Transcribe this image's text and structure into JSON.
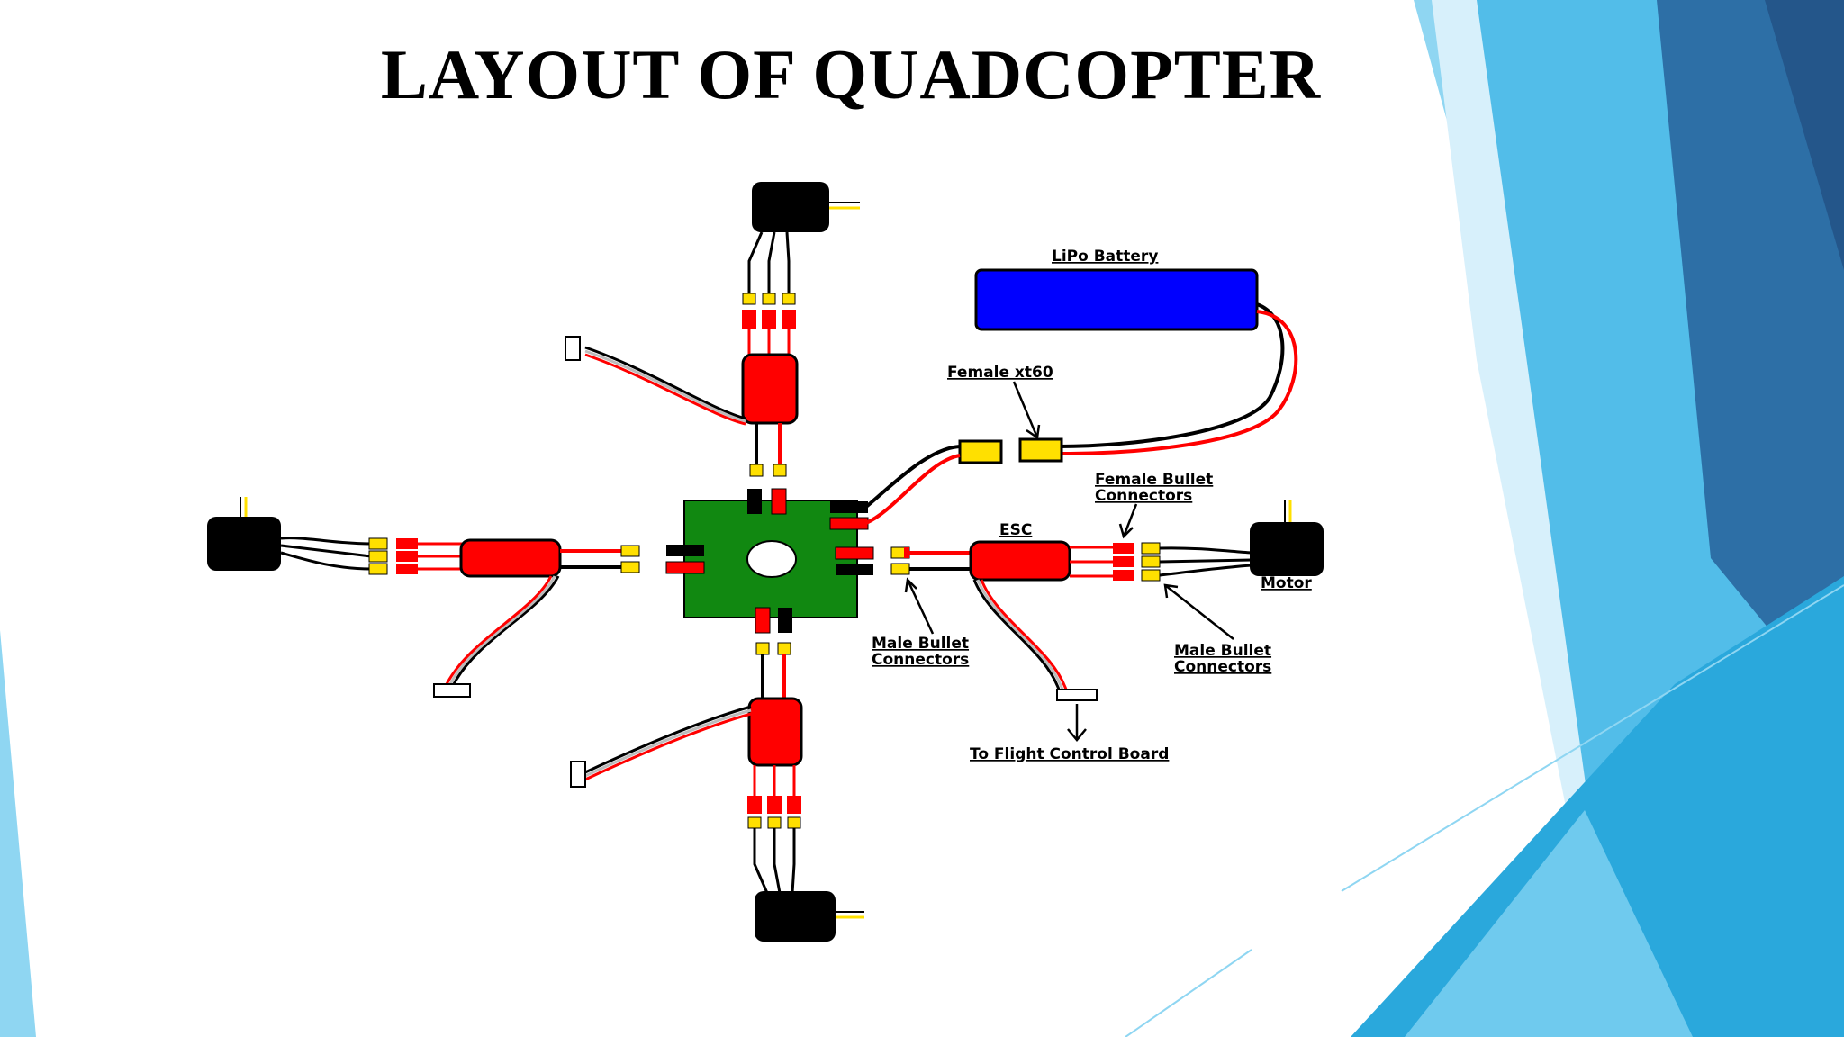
{
  "slide": {
    "title": "LAYOUT OF QUADCOPTER"
  },
  "labels": {
    "battery": "LiPo Battery",
    "female_xt60": "Female xt60",
    "female_bullet_1": "Female Bullet",
    "female_bullet_2": "Connectors",
    "esc": "ESC",
    "motor": "Motor",
    "male_bullet_left_1": "Male Bullet",
    "male_bullet_left_2": "Connectors",
    "male_bullet_right_1": "Male Bullet",
    "male_bullet_right_2": "Connectors",
    "flight_control": "To Flight Control Board"
  },
  "colors": {
    "battery": "#0000ff",
    "esc": "#ff0000",
    "pdb": "#118811",
    "connector": "#ffe000",
    "wire_red": "#ff0000",
    "wire_black": "#000000",
    "motor": "#000000",
    "accent_light": "#8fd6f2",
    "accent_mid": "#3fb0e3",
    "accent_dark": "#2a6fa8"
  }
}
